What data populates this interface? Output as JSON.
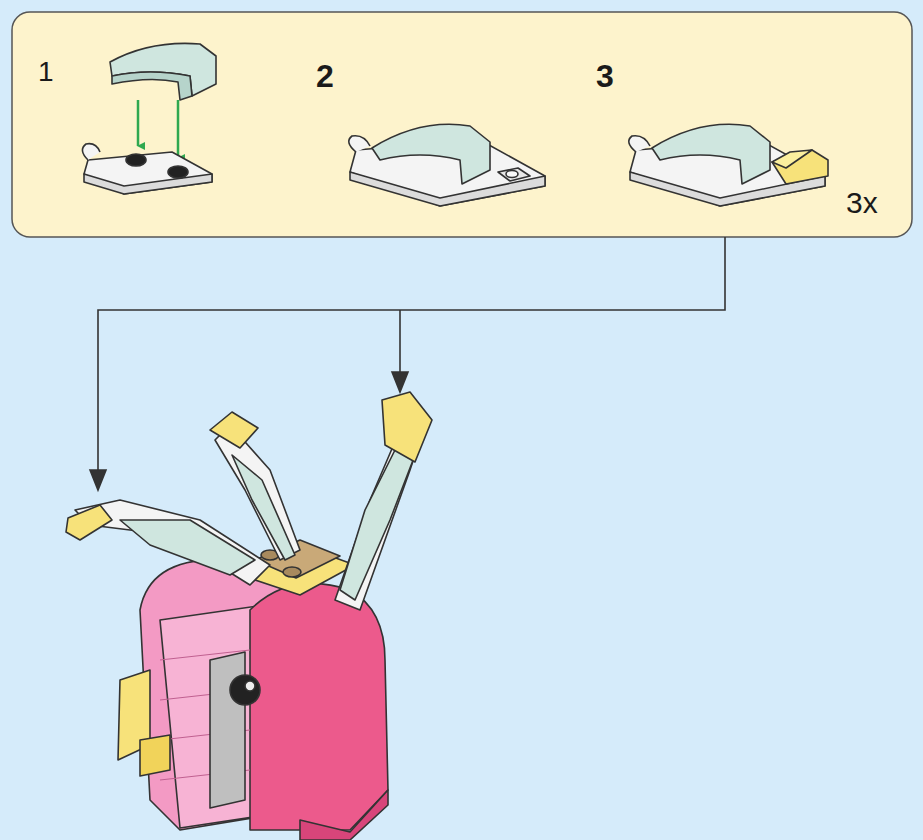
{
  "diagram": {
    "labels": [
      "1",
      "2",
      "3",
      "3x"
    ]
  }
}
